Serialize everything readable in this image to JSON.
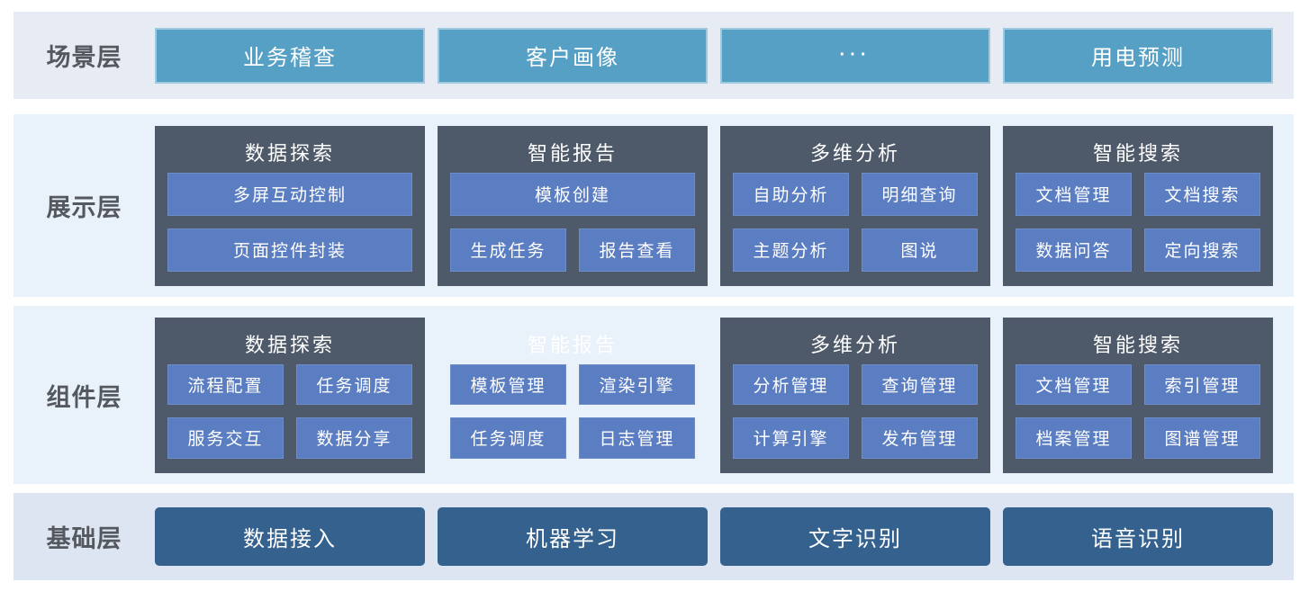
{
  "colors": {
    "scenario_box": "#57a0c5",
    "scenario_box_border": "#9ec9de",
    "group_panel_bg": "#4e5a6a",
    "module_item_bg": "#5b7ec2",
    "foundation_box": "#35618f",
    "row_scenario_bg": "#e7ebf3",
    "row_middle_bg": "#e9f1fa",
    "row_foundation_bg": "#dce5f1",
    "label_text": "#55585e",
    "box_text": "#ffffff"
  },
  "layers": [
    {
      "label": "场景层",
      "boxes": [
        "业务稽查",
        "客户画像",
        "···",
        "用电预测"
      ]
    },
    {
      "label": "展示层",
      "groups": [
        {
          "title": "数据探索",
          "rows": [
            [
              "多屏互动控制"
            ],
            [
              "页面控件封装"
            ]
          ]
        },
        {
          "title": "智能报告",
          "rows": [
            [
              "模板创建"
            ],
            [
              "生成任务",
              "报告查看"
            ]
          ]
        },
        {
          "title": "多维分析",
          "rows": [
            [
              "自助分析",
              "明细查询"
            ],
            [
              "主题分析",
              "图说"
            ]
          ]
        },
        {
          "title": "智能搜索",
          "rows": [
            [
              "文档管理",
              "文档搜索"
            ],
            [
              "数据问答",
              "定向搜索"
            ]
          ]
        }
      ]
    },
    {
      "label": "组件层",
      "groups": [
        {
          "title": "数据探索",
          "rows": [
            [
              "流程配置",
              "任务调度"
            ],
            [
              "服务交互",
              "数据分享"
            ]
          ]
        },
        {
          "title": "智能报告",
          "rows": [
            [
              "模板管理",
              "渲染引擎"
            ],
            [
              "任务调度",
              "日志管理"
            ]
          ]
        },
        {
          "title": "多维分析",
          "rows": [
            [
              "分析管理",
              "查询管理"
            ],
            [
              "计算引擎",
              "发布管理"
            ]
          ]
        },
        {
          "title": "智能搜索",
          "rows": [
            [
              "文档管理",
              "索引管理"
            ],
            [
              "档案管理",
              "图谱管理"
            ]
          ]
        }
      ]
    },
    {
      "label": "基础层",
      "boxes": [
        "数据接入",
        "机器学习",
        "文字识别",
        "语音识别"
      ]
    }
  ]
}
